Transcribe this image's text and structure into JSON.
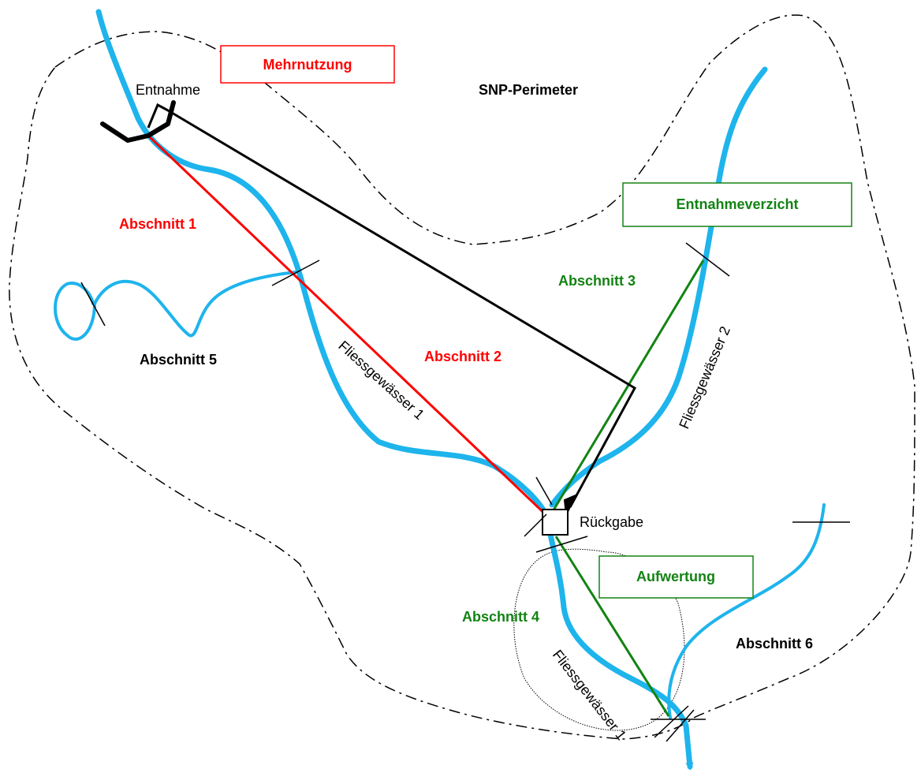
{
  "labels": {
    "mehrnutzung": "Mehrnutzung",
    "entnahme": "Entnahme",
    "snp_perimeter": "SNP-Perimeter",
    "entnahmeverzicht": "Entnahmeverzicht",
    "abschnitt1": "Abschnitt 1",
    "abschnitt2": "Abschnitt 2",
    "abschnitt3": "Abschnitt 3",
    "abschnitt4": "Abschnitt 4",
    "abschnitt5": "Abschnitt 5",
    "abschnitt6": "Abschnitt 6",
    "fliessgewaesser1_upper": "Fliessgewässer 1",
    "fliessgewaesser2": "Fliessgewässer 2",
    "fliessgewaesser1_lower": "Fliessgewässer 1",
    "rueckgabe": "Rückgabe",
    "aufwertung": "Aufwertung"
  },
  "colors": {
    "river": "#1EB4EC",
    "red": "#FF0000",
    "green": "#138313",
    "black": "#000000"
  }
}
